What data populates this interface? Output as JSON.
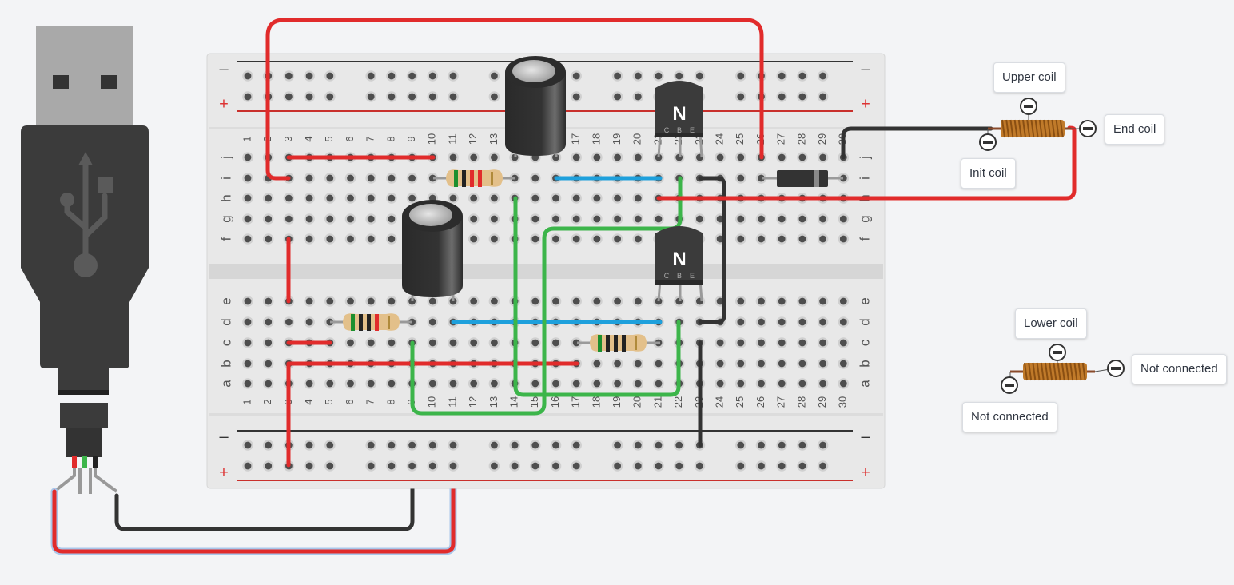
{
  "breadboard": {
    "rail_minus": "–",
    "rail_plus": "+",
    "columns": [
      "1",
      "2",
      "3",
      "4",
      "5",
      "6",
      "7",
      "8",
      "9",
      "10",
      "11",
      "12",
      "13",
      "14",
      "15",
      "16",
      "17",
      "18",
      "19",
      "20",
      "21",
      "22",
      "23",
      "24",
      "25",
      "26",
      "27",
      "28",
      "29",
      "30"
    ],
    "rows_top": [
      "j",
      "i",
      "h",
      "g",
      "f"
    ],
    "rows_bottom": [
      "e",
      "d",
      "c",
      "b",
      "a"
    ]
  },
  "transistors": [
    {
      "letter": "N",
      "pins": [
        "C",
        "B",
        "E"
      ]
    },
    {
      "letter": "N",
      "pins": [
        "C",
        "B",
        "E"
      ]
    }
  ],
  "coils": {
    "upper": {
      "top_label": "Upper coil",
      "left_label": "Init coil",
      "right_label": "End coil"
    },
    "lower": {
      "top_label": "Lower coil",
      "left_label": "Not connected",
      "right_label": "Not connected"
    }
  },
  "colors": {
    "wire_red": "#e12b2b",
    "wire_green": "#3cb54a",
    "wire_blue": "#1ea0dc",
    "wire_black": "#333333",
    "usb_body": "#3b3b3b",
    "breadboard": "#e8e8e8"
  },
  "icons": [
    "usb-plug-icon",
    "usb-symbol-icon",
    "capacitor-icon",
    "resistor-icon",
    "npn-transistor-icon",
    "diode-icon",
    "coil-icon",
    "terminal-minus-icon"
  ]
}
